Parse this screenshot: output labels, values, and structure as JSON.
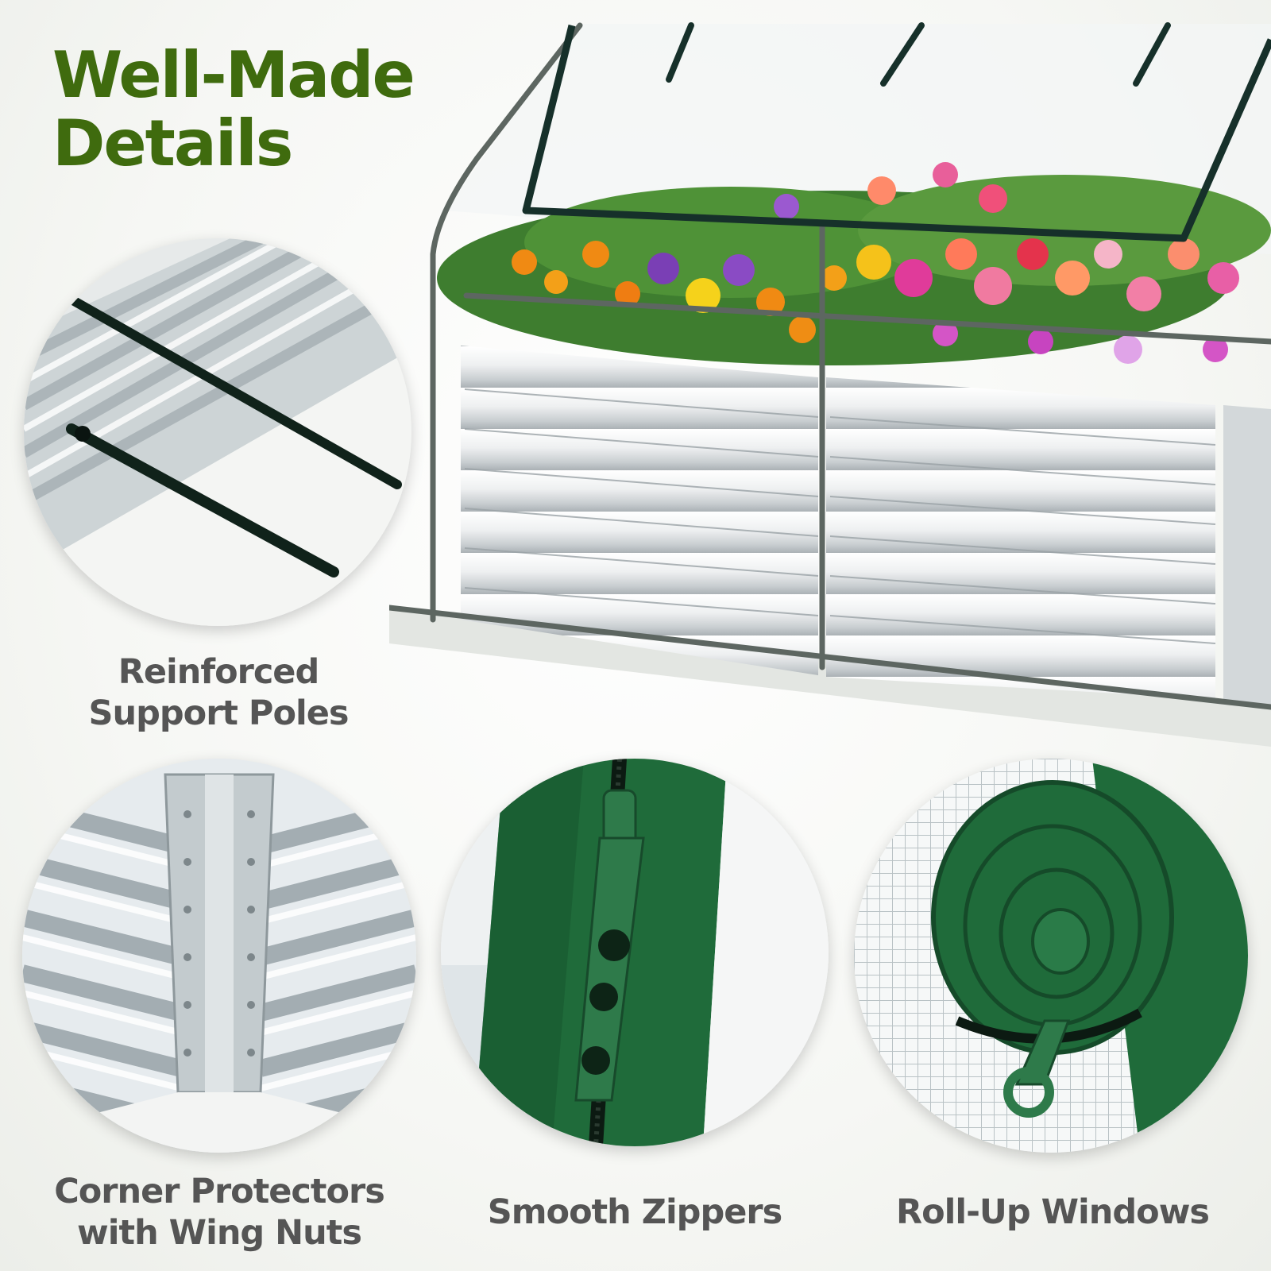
{
  "headline": {
    "line1": "Well-Made",
    "line2": "Details"
  },
  "features": {
    "poles": {
      "line1": "Reinforced",
      "line2": "Support Poles"
    },
    "corner": {
      "line1": "Corner Protectors",
      "line2": "with Wing Nuts"
    },
    "zippers": {
      "line1": "Smooth Zippers"
    },
    "windows": {
      "line1": "Roll-Up Windows"
    }
  },
  "colors": {
    "headline_green": "#3f6b0e",
    "caption_gray": "#555555",
    "cover_green": "#1f6b3a",
    "frame_dark": "#16302a",
    "steel": "#c9d1d4"
  }
}
